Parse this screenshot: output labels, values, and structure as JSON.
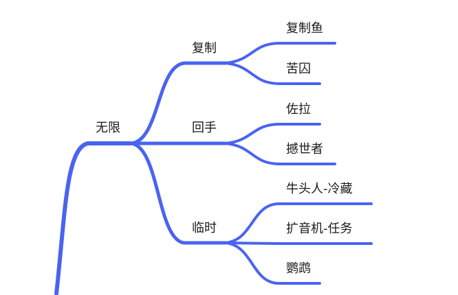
{
  "mindmap": {
    "line_color": "#4a63f0",
    "text_color": "#1a1a1a",
    "root": {
      "label": "无限",
      "children": [
        {
          "label": "复制",
          "children": [
            {
              "label": "复制鱼"
            },
            {
              "label": "苦囚"
            }
          ]
        },
        {
          "label": "回手",
          "children": [
            {
              "label": "佐拉"
            },
            {
              "label": "撼世者"
            }
          ]
        },
        {
          "label": "临时",
          "children": [
            {
              "label": "牛头人-冷藏"
            },
            {
              "label": "扩音机-任务"
            },
            {
              "label": "鹦鹉"
            }
          ]
        }
      ]
    }
  }
}
